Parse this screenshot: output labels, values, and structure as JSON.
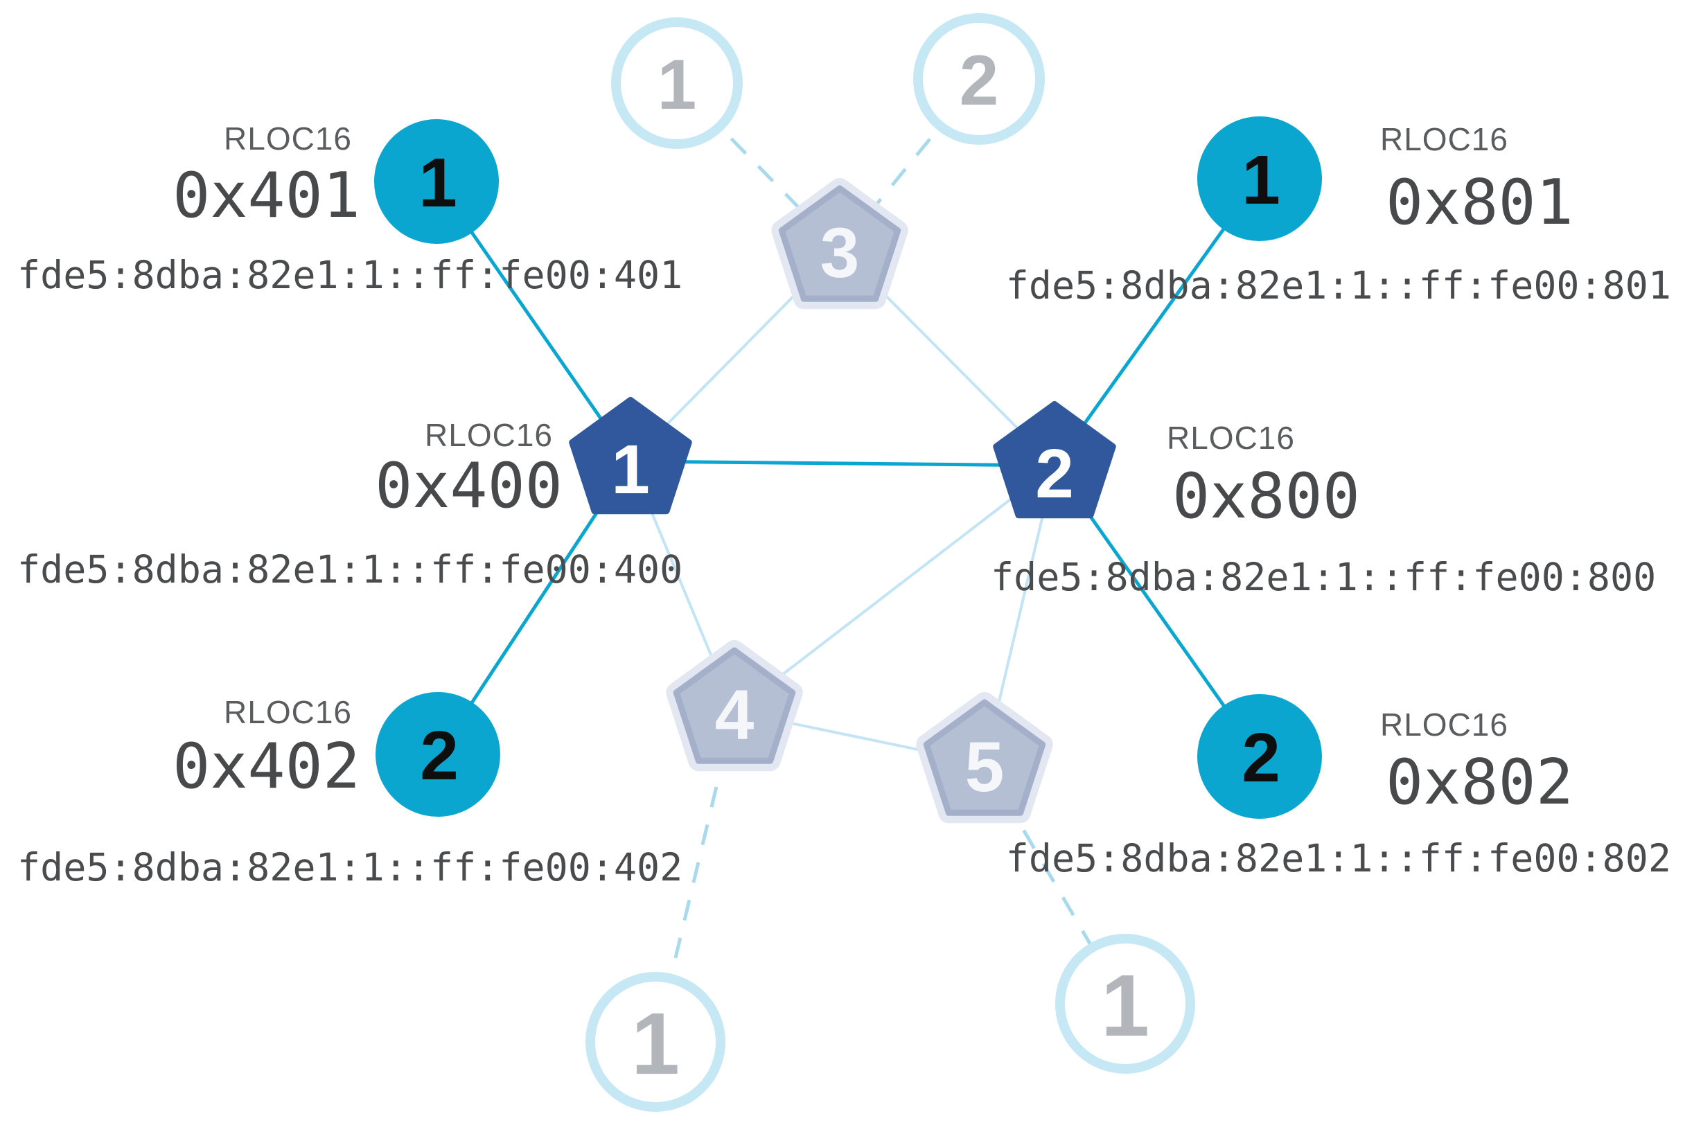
{
  "diagram_type": "thread-network-topology",
  "colors": {
    "background": "#FFFFFF",
    "active_router_fill": "#31589C",
    "active_child_fill": "#0BA6D0",
    "attached_link": "#0BA6D0",
    "router_link": "#C3E4F4",
    "unattached_link_dashed": "#A8D9EC",
    "inactive_node_fill": "#B5BFD4",
    "inactive_node_border": "#A4B0CA",
    "inactive_node_halo": "#E2E7F1",
    "inactive_circle_border": "#C5E8F4",
    "inactive_number": "#B2B5BA",
    "value_text": "#48494B",
    "label_text": "#5B5C5E"
  },
  "routers": {
    "r1": {
      "number": "1",
      "rloc_label": "RLOC16",
      "rloc16": "0x400",
      "ipv6": "fde5:8dba:82e1:1::ff:fe00:400"
    },
    "r2": {
      "number": "2",
      "rloc_label": "RLOC16",
      "rloc16": "0x800",
      "ipv6": "fde5:8dba:82e1:1::ff:fe00:800"
    },
    "r3": {
      "number": "3"
    },
    "r4": {
      "number": "4"
    },
    "r5": {
      "number": "5"
    }
  },
  "children": {
    "c401": {
      "number": "1",
      "rloc_label": "RLOC16",
      "rloc16": "0x401",
      "ipv6": "fde5:8dba:82e1:1::ff:fe00:401"
    },
    "c402": {
      "number": "2",
      "rloc_label": "RLOC16",
      "rloc16": "0x402",
      "ipv6": "fde5:8dba:82e1:1::ff:fe00:402"
    },
    "c801": {
      "number": "1",
      "rloc_label": "RLOC16",
      "rloc16": "0x801",
      "ipv6": "fde5:8dba:82e1:1::ff:fe00:801"
    },
    "c802": {
      "number": "2",
      "rloc_label": "RLOC16",
      "rloc16": "0x802",
      "ipv6": "fde5:8dba:82e1:1::ff:fe00:802"
    },
    "unattached_top_left": {
      "number": "1"
    },
    "unattached_top_right": {
      "number": "2"
    },
    "unattached_bottom_left": {
      "number": "1"
    },
    "unattached_bottom_right": {
      "number": "1"
    }
  }
}
